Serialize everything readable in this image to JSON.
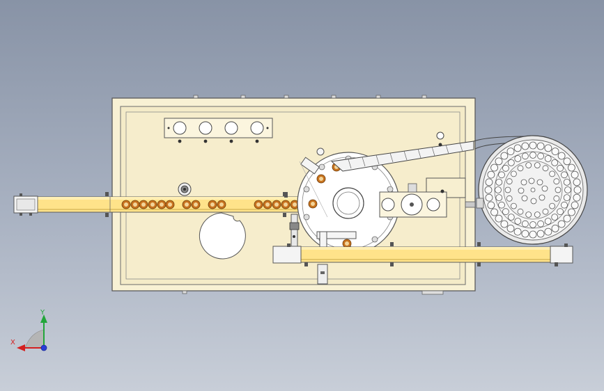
{
  "viewport": {
    "background_top": "#8893a6",
    "background_bottom": "#c8ced8"
  },
  "colors": {
    "frame_fill": "#faf3d6",
    "frame_stroke": "#5a5a5a",
    "conveyor_rail": "#ffe38a",
    "conveyor_rail_dark": "#e9c55a",
    "bottle_ring": "#c8731e",
    "bottle_core": "#f2d49a",
    "turntable": "#ffffff",
    "chain": "#f3f3f3",
    "hopper_ring": "#ececec",
    "panel_fill": "#f7efd0"
  },
  "triad": {
    "x_label": "X",
    "y_label": "Y",
    "x_color": "#d42020",
    "y_color": "#22a63a",
    "z_color": "#2a3ed6"
  },
  "parts": {
    "gauges": 4,
    "upper_conveyor_bottles": 16,
    "turntable_pockets": 10,
    "hopper_rings": 3
  }
}
